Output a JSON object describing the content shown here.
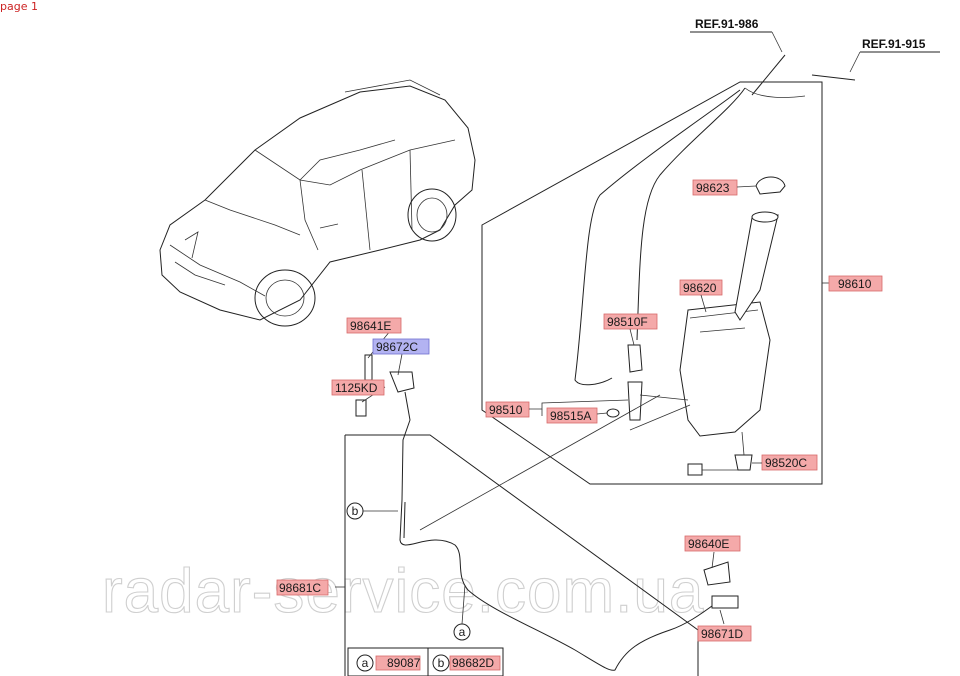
{
  "page_label": "page 1",
  "watermark": "radar-service.com.ua",
  "references": [
    "REF.91-986",
    "REF.91-915"
  ],
  "callouts": {
    "c98623": "98623",
    "c98620": "98620",
    "c98610": "98610",
    "c98510F": "98510F",
    "c98510": "98510",
    "c98515A": "98515A",
    "c98520C": "98520C",
    "c98641E": "98641E",
    "c98672C": "98672C",
    "c1125KD": "1125KD",
    "c98681C": "98681C",
    "c98640E": "98640E",
    "c98671D": "98671D"
  },
  "markers": {
    "a": "a",
    "b": "b"
  },
  "legend": [
    {
      "marker": "a",
      "part": "89087"
    },
    {
      "marker": "b",
      "part": "98682D"
    }
  ],
  "colors": {
    "callout_pink": "#f4a9a9",
    "callout_blue": "#b3b3f2",
    "watermark": "#cfcfcf"
  }
}
